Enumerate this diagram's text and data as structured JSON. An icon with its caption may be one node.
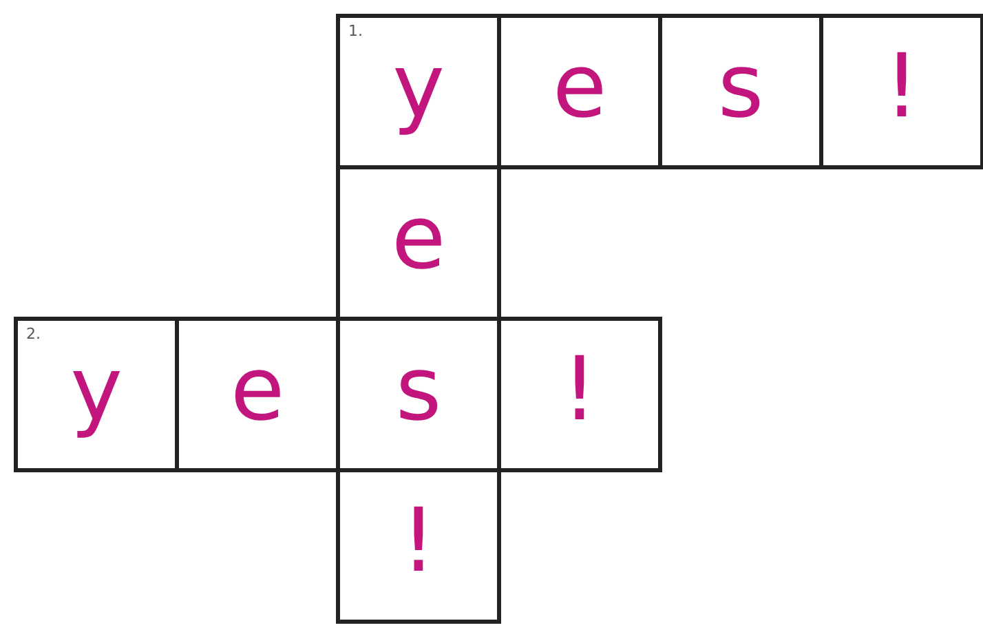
{
  "diagram": {
    "nodes": [
      {
        "text": [
          "1.",
          "y"
        ]
      },
      {
        "text": [
          "e"
        ]
      },
      {
        "text": [
          "s"
        ]
      },
      {
        "text": [
          "!"
        ]
      },
      {
        "text": [
          "e"
        ]
      },
      {
        "text": [
          "2.",
          "y"
        ]
      },
      {
        "text": [
          "e"
        ]
      },
      {
        "text": [
          "s"
        ]
      },
      {
        "text": [
          "!"
        ]
      },
      {
        "text": [
          "!"
        ]
      }
    ]
  }
}
